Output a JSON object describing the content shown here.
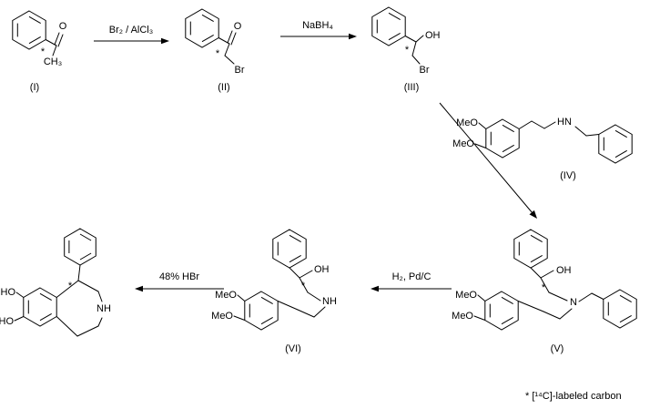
{
  "scheme": {
    "background_color": "#ffffff",
    "line_color": "#000000",
    "footnote": "* [¹⁴C]-labeled carbon",
    "reagents": {
      "step1": "Br₂ / AlCl₃",
      "step2": "NaBH₄",
      "step3": "H₂, Pd/C",
      "step4": "48% HBr"
    },
    "labels": {
      "I": "(I)",
      "II": "(II)",
      "III": "(III)",
      "IV": "(IV)",
      "V": "(V)",
      "VI": "(VI)"
    },
    "atoms": {
      "o": "O",
      "oh": "OH",
      "ho": "HO",
      "br": "Br",
      "ch3": "CH₃",
      "meo": "MeO",
      "hn": "HN",
      "nh": "NH",
      "n": "N",
      "star": "*"
    }
  }
}
